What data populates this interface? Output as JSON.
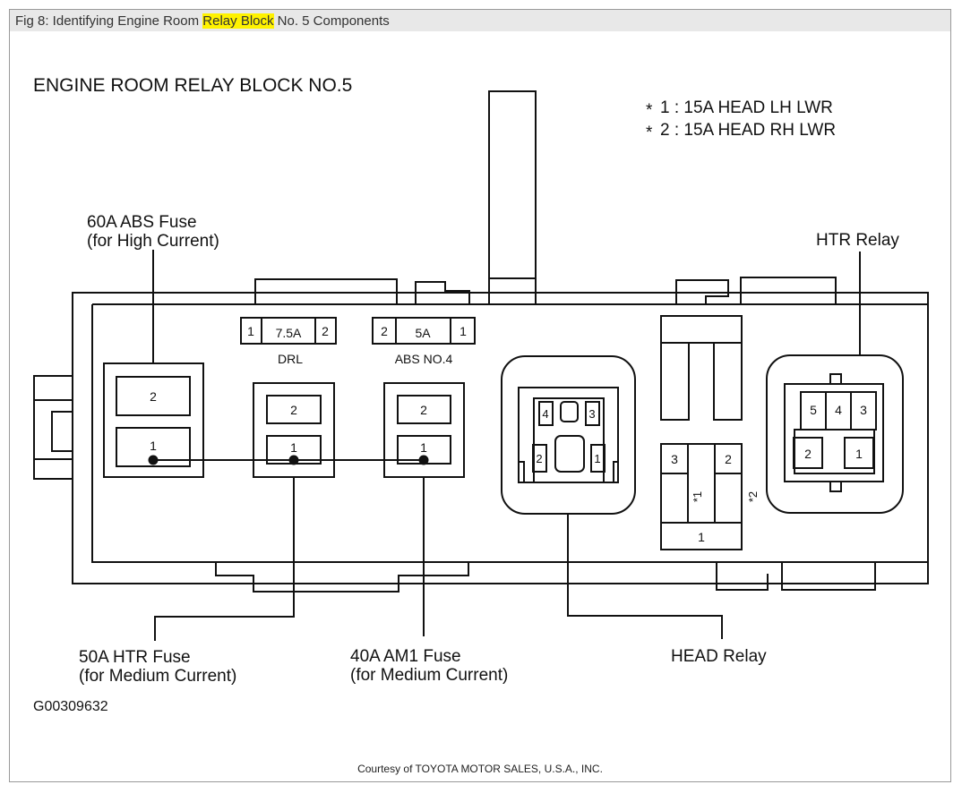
{
  "caption": {
    "prefix": "Fig 8: Identifying Engine Room ",
    "highlight": "Relay Block",
    "suffix": " No. 5 Components"
  },
  "diagram": {
    "title": "ENGINE ROOM RELAY BLOCK NO.5",
    "notes": [
      {
        "mark": "*",
        "text": "1 : 15A HEAD LH LWR"
      },
      {
        "mark": "*",
        "text": "2 : 15A HEAD RH LWR"
      }
    ],
    "callouts": {
      "abs60": {
        "line1": "60A ABS Fuse",
        "line2": "(for High Current)"
      },
      "htr50": {
        "line1": "50A HTR Fuse",
        "line2": "(for Medium Current)"
      },
      "am140": {
        "line1": "40A AM1 Fuse",
        "line2": "(for Medium Current)"
      },
      "head_relay": "HEAD Relay",
      "htr_relay": "HTR Relay"
    },
    "small_fuses": {
      "drl": {
        "left_pin": "1",
        "rating": "7.5A",
        "right_pin": "2",
        "label": "DRL"
      },
      "abs4": {
        "left_pin": "2",
        "rating": "5A",
        "right_pin": "1",
        "label": "ABS NO.4"
      }
    },
    "fuse_pins": {
      "top": "2",
      "bottom": "1"
    },
    "head_relay_pins": [
      "4",
      "3",
      "2",
      "1"
    ],
    "htr_relay_pins": [
      "5",
      "4",
      "3",
      "2",
      "1"
    ],
    "lower_fuse_pins": {
      "left": "3",
      "right": "2",
      "bottom": "1",
      "mark1": "*1",
      "mark2": "*2"
    },
    "figure_id": "G00309632"
  },
  "courtesy": "Courtesy of TOYOTA MOTOR SALES, U.S.A., INC."
}
